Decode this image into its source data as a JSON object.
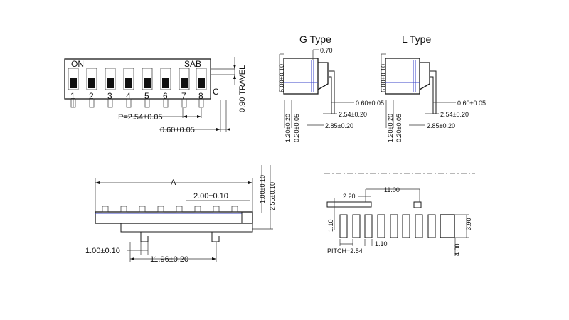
{
  "top_view": {
    "on_label": "ON",
    "sab_label": "SAB",
    "c_label": "C",
    "positions": [
      "1",
      "2",
      "3",
      "4",
      "5",
      "6",
      "7",
      "8"
    ],
    "travel_label": "0.90  TRAVEL",
    "pitch_label": "P=2.54±0.05",
    "lead_width_label": "0.60±0.05"
  },
  "g_type": {
    "title": "G Type",
    "top_dim": "0.70",
    "height_dim": "6.00±0.10",
    "lead_dim": "0.60±0.05",
    "pitch_dim": "2.54±0.20",
    "width_dim": "2.85±0.20",
    "left_dim_a": "1.20±0.20",
    "left_dim_b": "0.20±0.05"
  },
  "l_type": {
    "title": "L Type",
    "height_dim": "6.00±0.10",
    "lead_dim": "0.60±0.05",
    "pitch_dim": "2.54±0.20",
    "width_dim": "2.85±0.20",
    "left_dim_a": "1.20±0.20",
    "left_dim_b": "0.20±0.05"
  },
  "side_view": {
    "a_label": "A",
    "spacing_dim": "2.00±0.10",
    "top_dim_a": "1.00±0.10",
    "top_dim_b": "2.55±0.10",
    "foot_dim": "1.00±0.10",
    "span_dim": "11.96±0.20"
  },
  "footprint": {
    "left_dim": "2.20",
    "span_dim": "11.00",
    "pad_dim": "1.10",
    "height_dim": "3.90",
    "bottom_dim": "4.00",
    "pad_width_dim": "1.10",
    "pitch_label": "PITCH=2.54"
  }
}
